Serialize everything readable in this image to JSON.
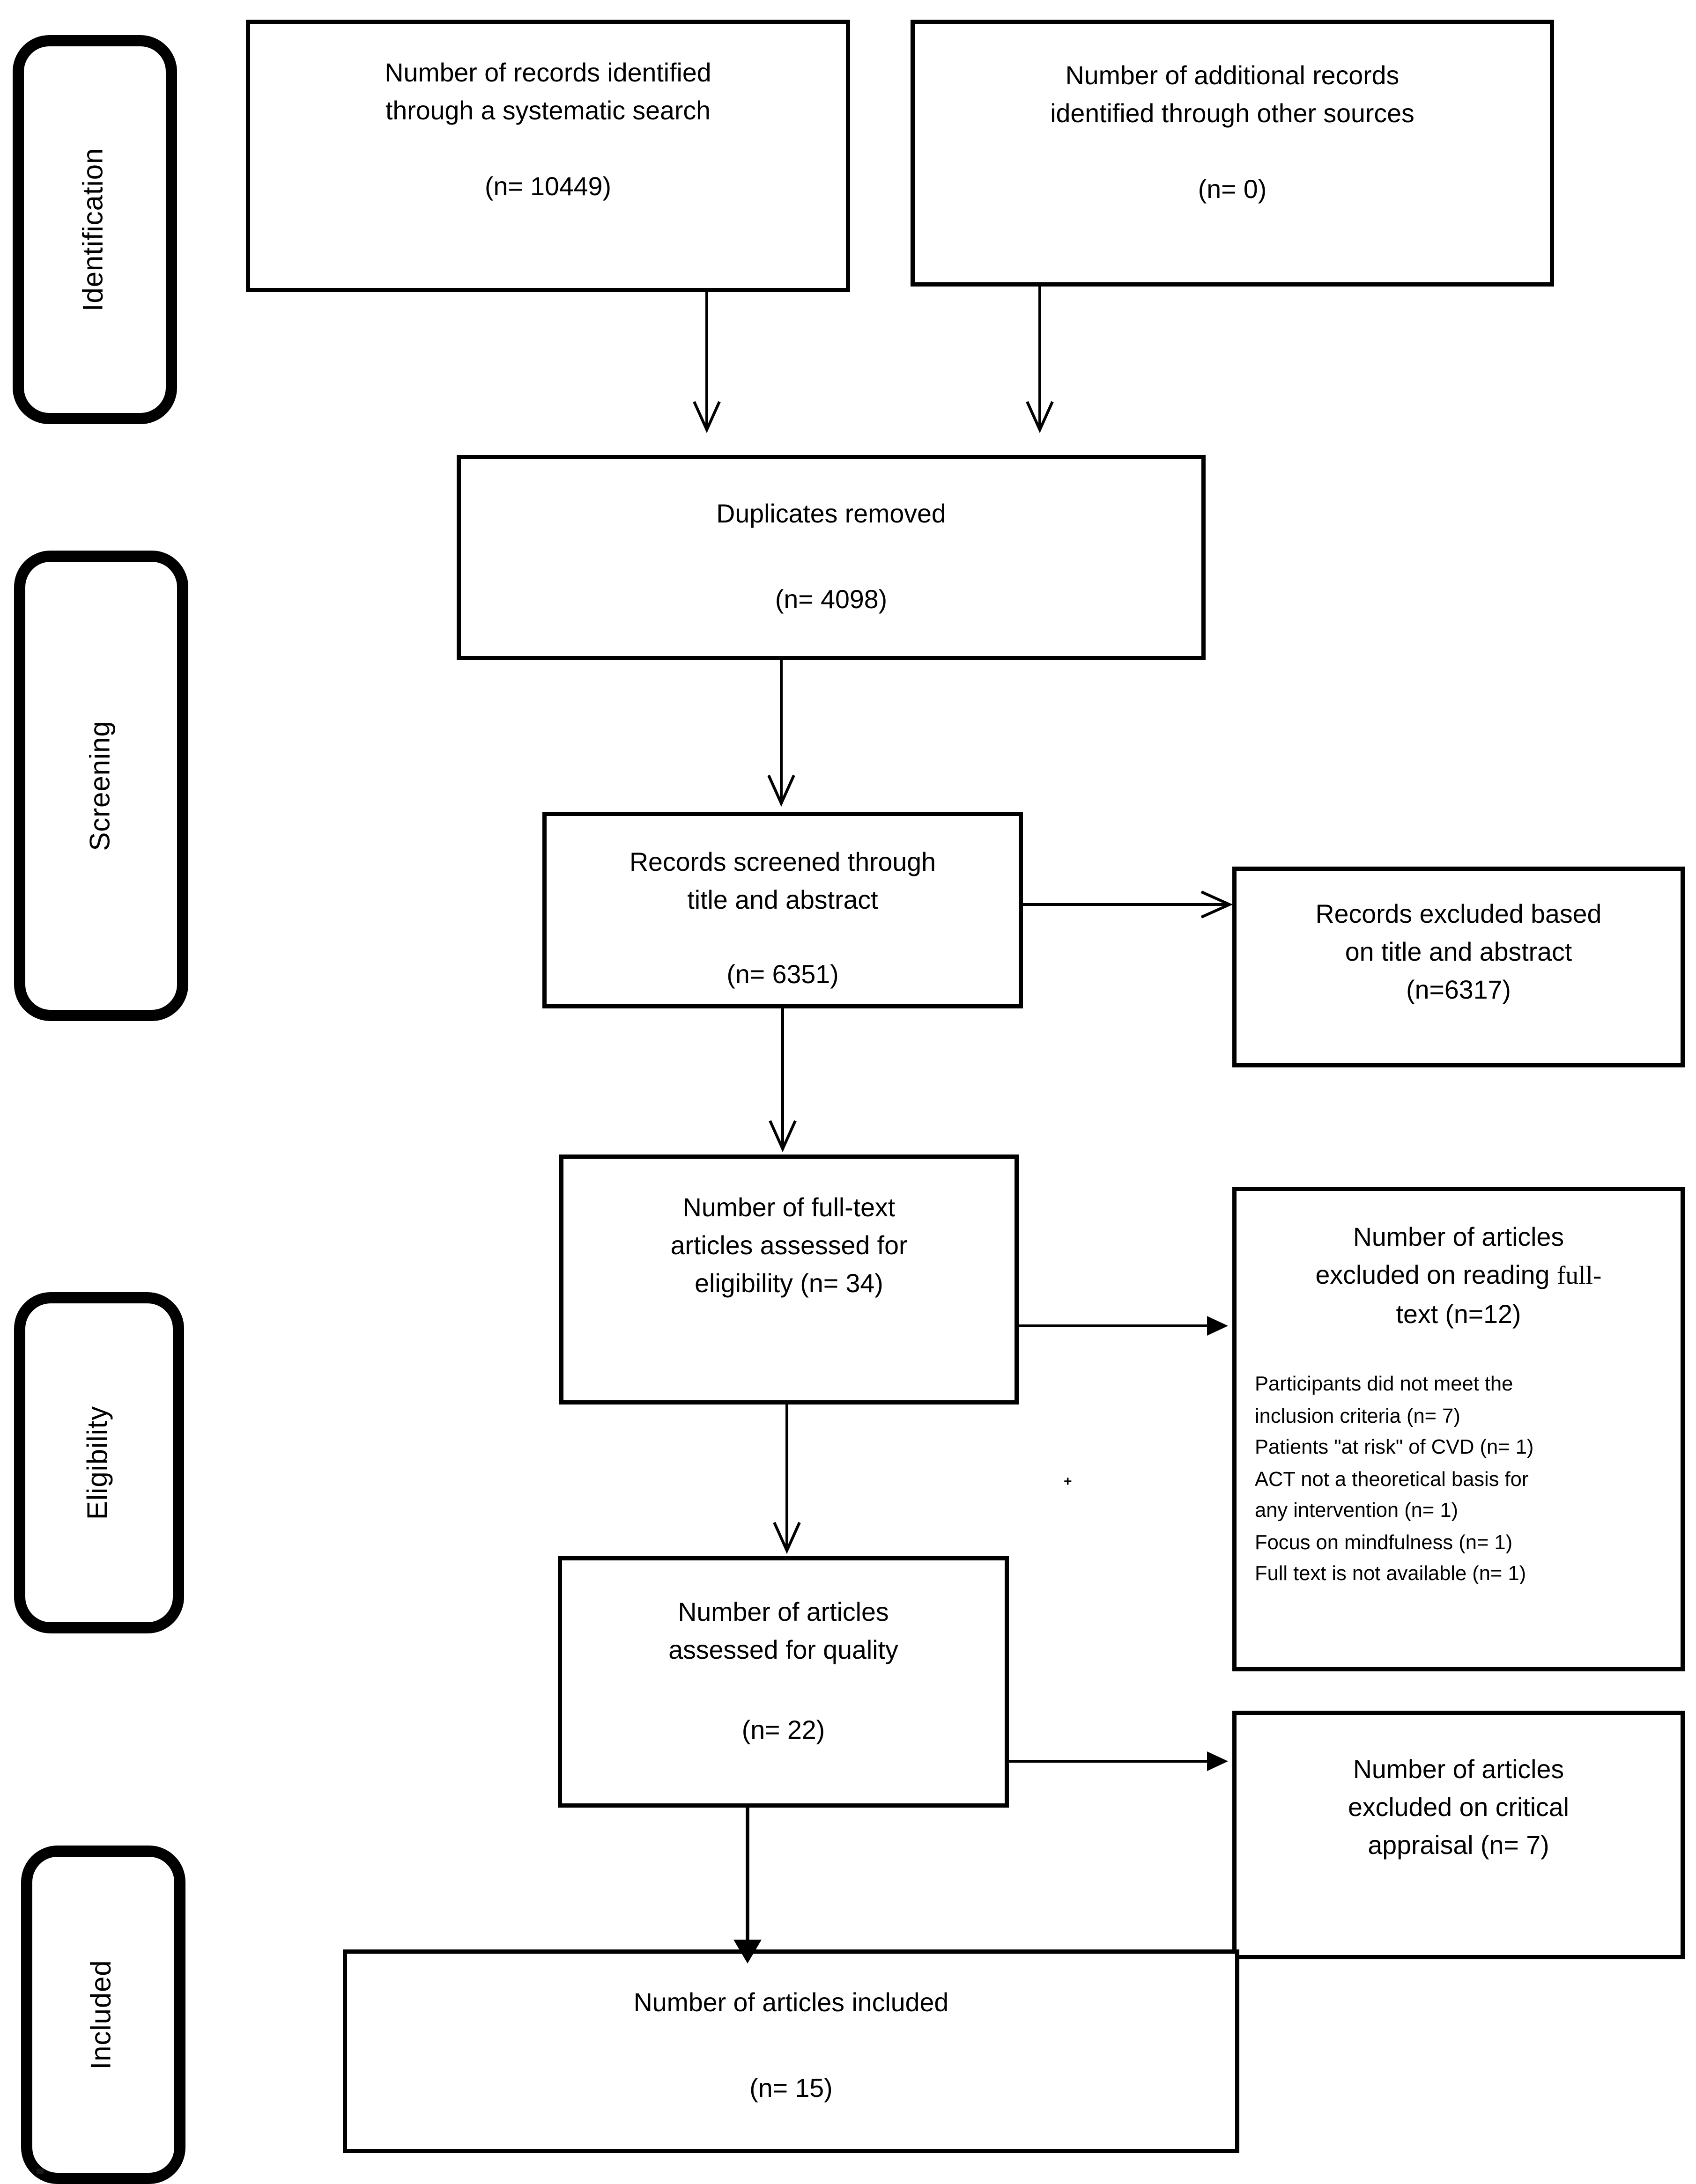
{
  "stage_labels": {
    "identification": "Identification",
    "screening": "Screening",
    "eligibility": "Eligibility",
    "included": "Included"
  },
  "flow": {
    "records_identified": {
      "text": "Number of records identified\nthrough a systematic search",
      "count": "(n= 10449)"
    },
    "additional_records": {
      "text": "Number of additional records\nidentified through other sources",
      "count": "(n= 0)"
    },
    "duplicates_removed": {
      "text": "Duplicates removed",
      "count": "(n= 4098)"
    },
    "records_screened": {
      "text": "Records screened through\ntitle and abstract",
      "count": "(n= 6351)"
    },
    "excluded_title_abstract": {
      "text": "Records excluded based\non title and abstract\n(n=6317)"
    },
    "fulltext_assessed": {
      "text": "Number of full-text\narticles assessed for\neligibility (n= 34)"
    },
    "fulltext_excluded": {
      "title_start": "Number of articles\nexcluded on reading ",
      "title_serif_word": "full-",
      "title_end": "\ntext (n=12)",
      "reasons": "Participants did not meet the\ninclusion criteria (n= 7)\nPatients \"at risk\" of CVD (n= 1)\nACT not a theoretical basis for\nany intervention (n= 1)\nFocus on mindfulness (n= 1)\nFull text is not available (n= 1)"
    },
    "quality_assessed": {
      "text": "Number of articles\nassessed for quality",
      "count": "(n= 22)"
    },
    "excluded_critical_appraisal": {
      "text": "Number of articles\nexcluded on critical\nappraisal (n= 7)"
    },
    "articles_included": {
      "text": "Number of articles included",
      "count": "(n= 15)"
    }
  },
  "marks": {
    "asterisk": "+"
  }
}
